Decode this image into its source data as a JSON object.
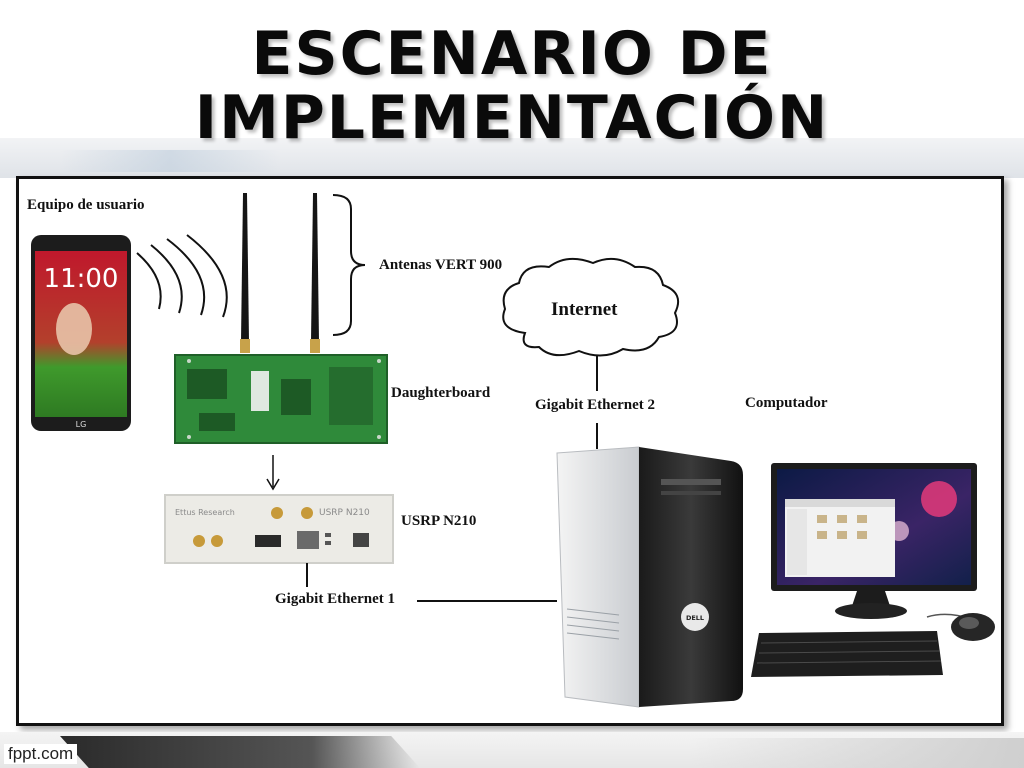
{
  "slide": {
    "title_line1": "ESCENARIO DE",
    "title_line2": "IMPLEMENTACIÓN"
  },
  "diagram": {
    "user_device_label": "Equipo de usuario",
    "phone_clock": "11:00",
    "phone_brand": "LG",
    "antennas_label": "Antenas VERT 900",
    "daughterboard_label": "Daughterboard",
    "usrp_label": "USRP N210",
    "usrp_brand": "Ettus Research",
    "usrp_model": "USRP   N210",
    "gige1_label": "Gigabit Ethernet 1",
    "gige2_label": "Gigabit Ethernet 2",
    "internet_label": "Internet",
    "computer_label": "Computador",
    "tower_brand": "DELL"
  },
  "footer": {
    "watermark": "fppt.com"
  },
  "colors": {
    "pcb_green": "#2f8a3a",
    "frame": "#111111",
    "phone_screen_red": "#c0182c",
    "phone_screen_green": "#3f9a2c"
  }
}
